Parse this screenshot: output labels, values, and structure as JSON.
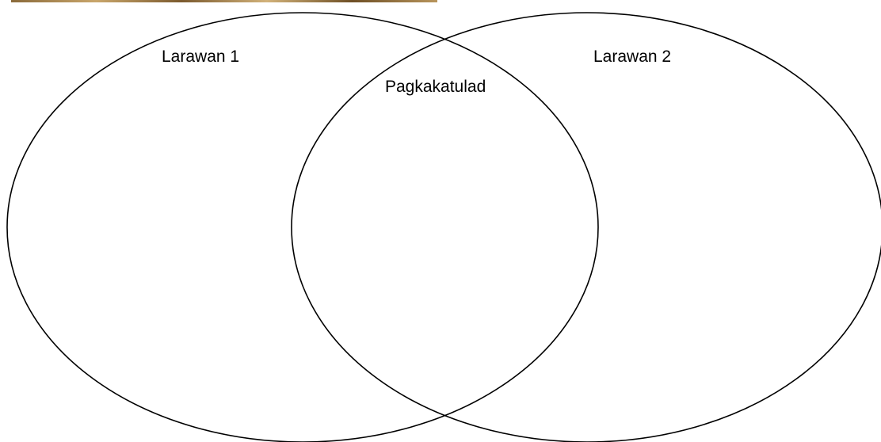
{
  "diagram": {
    "type": "venn",
    "labels": {
      "left": "Larawan 1",
      "right": "Larawan 2",
      "overlap": "Pagkakatulad"
    }
  }
}
